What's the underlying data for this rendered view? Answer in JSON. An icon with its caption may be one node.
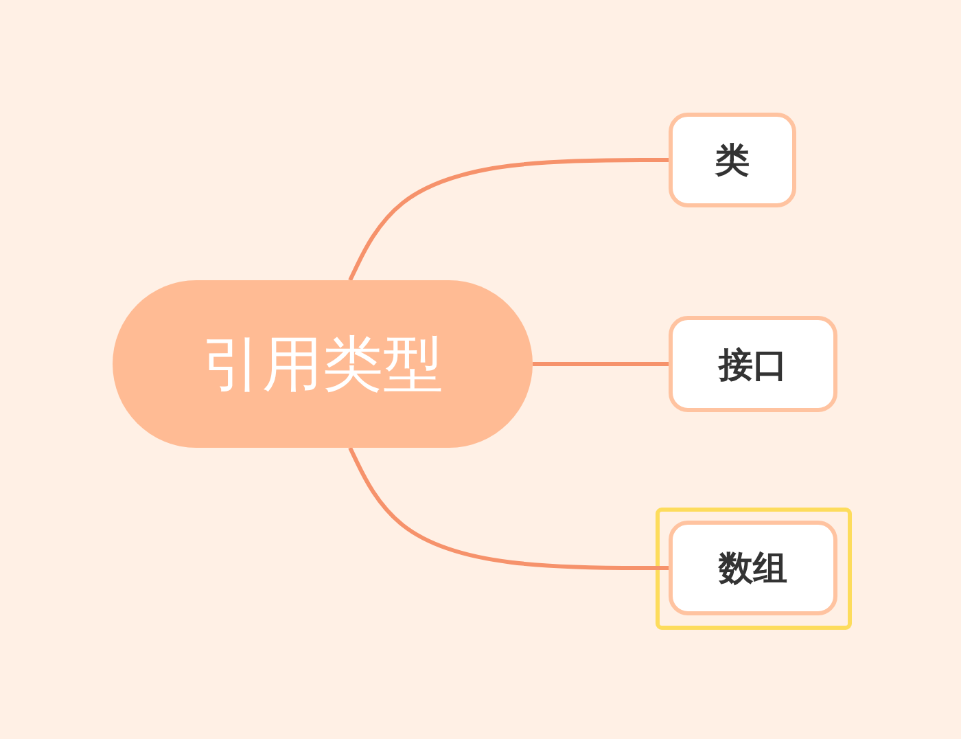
{
  "diagram": {
    "nodes": [
      {
        "text": [
          "引用类型"
        ]
      },
      {
        "text": [
          "类"
        ]
      },
      {
        "text": [
          "接口"
        ]
      },
      {
        "text": [
          "数组"
        ]
      }
    ],
    "edges": [
      {
        "from": 0,
        "to": 1,
        "arrow": "none"
      },
      {
        "from": 0,
        "to": 2,
        "arrow": "none"
      },
      {
        "from": 0,
        "to": 3,
        "arrow": "none"
      }
    ]
  }
}
